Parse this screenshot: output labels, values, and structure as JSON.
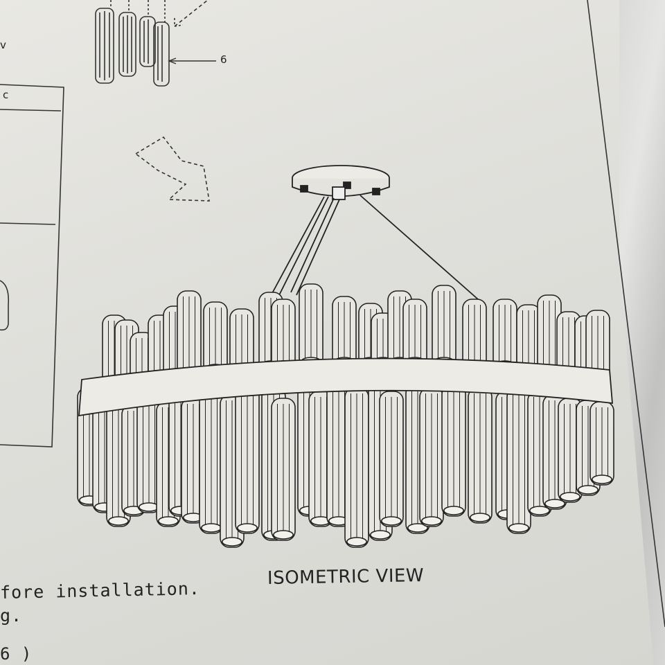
{
  "document": {
    "figure_caption": "ISOMETRIC VIEW",
    "callout_label": "6",
    "table_header_fragment": "c",
    "top_left_fragment": "v",
    "notes": [
      "fore installation.",
      "g.",
      "6 )"
    ]
  },
  "colors": {
    "ink": "#222222",
    "paper": "#e6e5e0"
  }
}
